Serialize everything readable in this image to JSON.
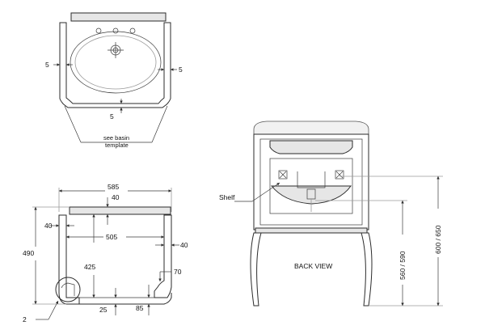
{
  "colors": {
    "ink": "#2b2b2b",
    "shade": "#e6e6e6",
    "background": "#ffffff"
  },
  "top_view": {
    "side_gap_left": "5",
    "side_gap_right": "5",
    "front_gap": "5",
    "note_line1": "see basin",
    "note_line2": "template"
  },
  "front_view": {
    "overall_width": "585",
    "top_thickness": "40",
    "leg_width_left": "40",
    "leg_width_right": "40",
    "inner_width": "505",
    "overall_height": "490",
    "inner_height": "425",
    "shelf_depth": "70",
    "foot_radius": "2",
    "rail_height": "25",
    "shelf_offset": "85"
  },
  "back_view": {
    "label": "BACK VIEW",
    "shelf_label": "Shelf",
    "height_shelf": "560 / 590",
    "height_total": "600 / 650"
  }
}
